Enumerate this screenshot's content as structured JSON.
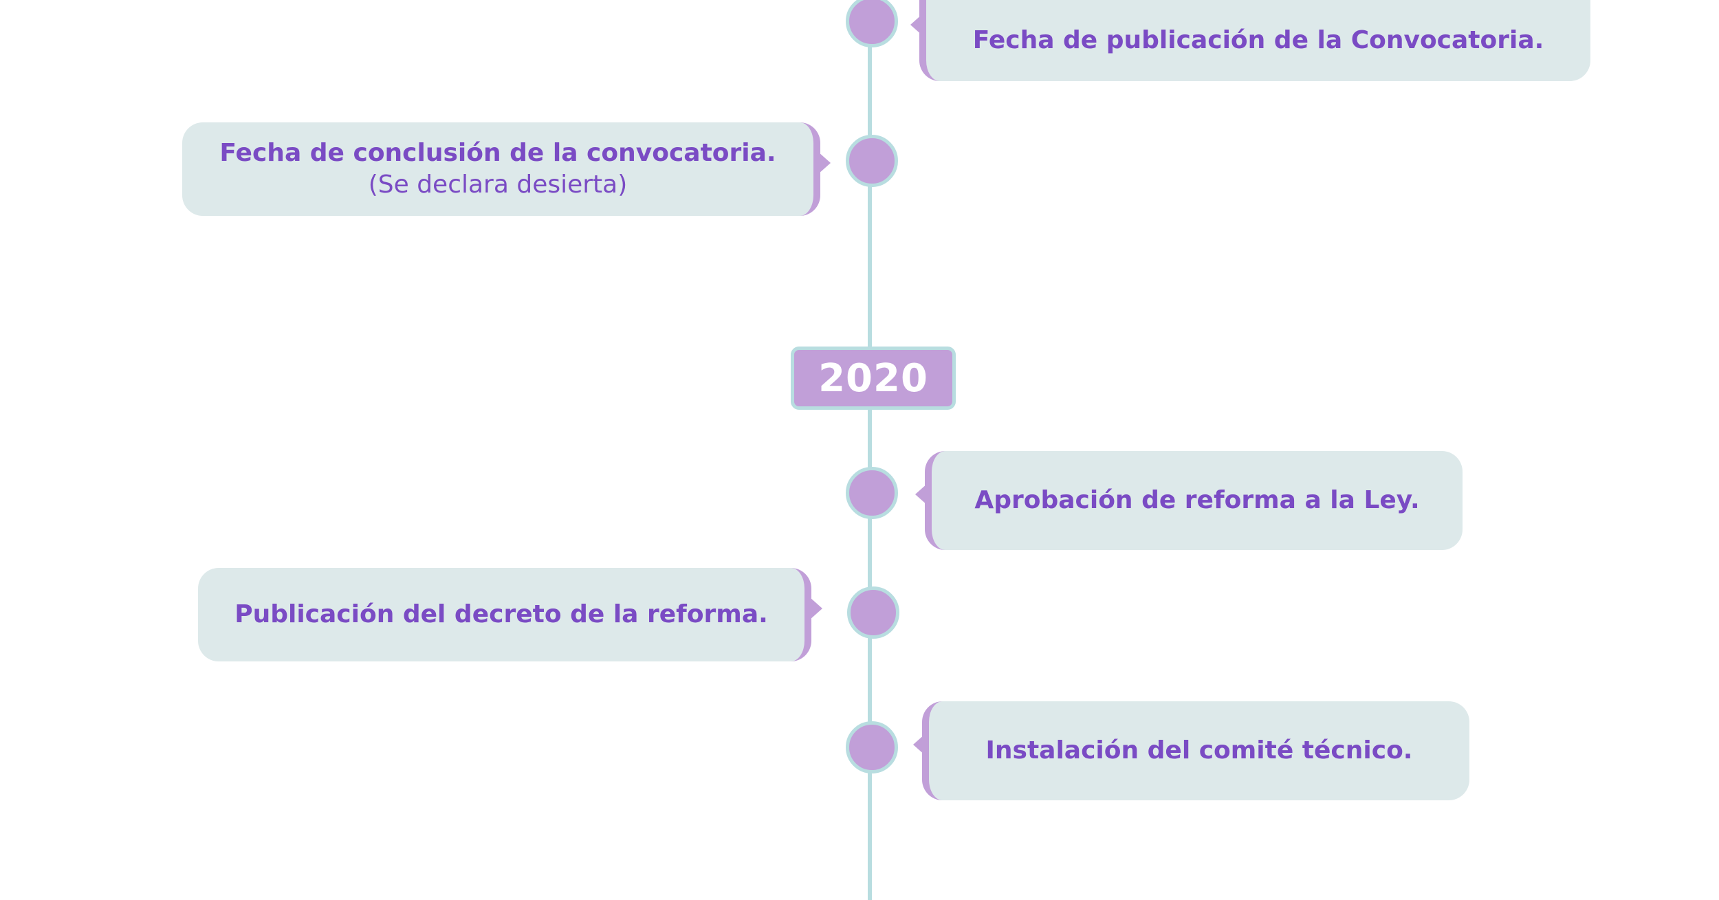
{
  "timeline": {
    "year": "2020",
    "events": [
      {
        "id": "e1",
        "text": "Fecha de publicación de la Convocatoria.",
        "note": ""
      },
      {
        "id": "e2",
        "text": "Fecha de conclusión de la convocatoria.",
        "note": "(Se declara desierta)"
      },
      {
        "id": "e3",
        "text": "Aprobación de reforma a la Ley.",
        "note": ""
      },
      {
        "id": "e4",
        "text": "Publicación del decreto de la reforma.",
        "note": ""
      },
      {
        "id": "e5",
        "text": "Instalación del comité técnico.",
        "note": ""
      }
    ]
  },
  "colors": {
    "accent_purple": "#c19fd8",
    "text_purple": "#7a4bc4",
    "axis_teal": "#b8dde0",
    "card_bg": "#dde9ea"
  }
}
